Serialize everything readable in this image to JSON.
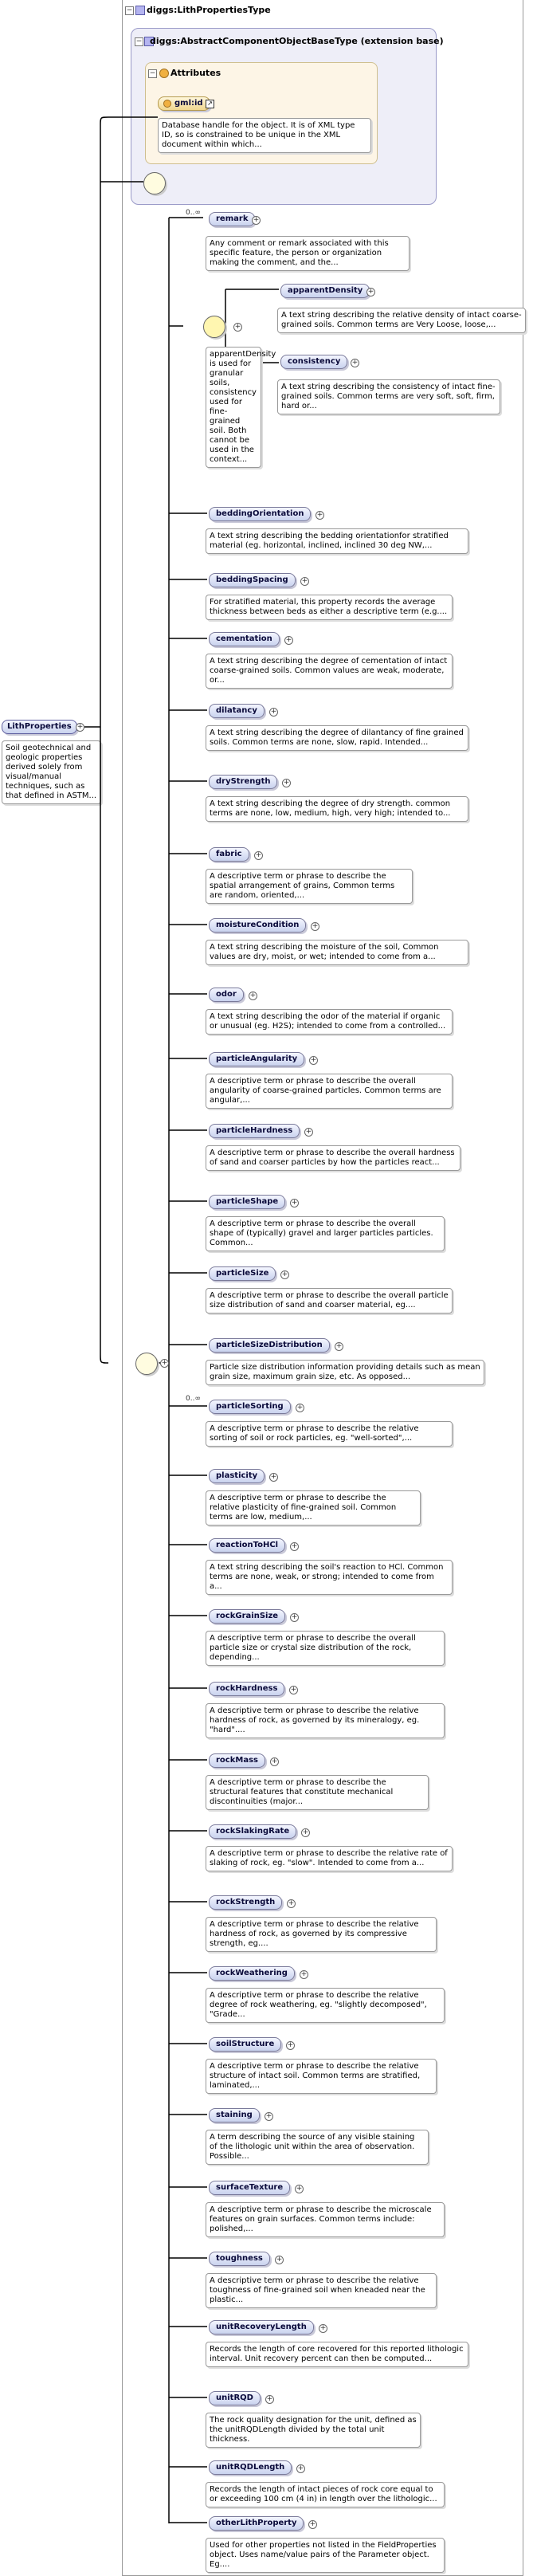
{
  "type_name": "diggs:LithPropertiesType",
  "extension_title": "diggs:AbstractComponentObjectBaseType (extension base)",
  "attributes_title": "Attributes",
  "gml_id": {
    "name": "gml:id",
    "doc": "Database handle for the object. It is of XML type ID, so is constrained to be unique in the XML document within which..."
  },
  "root": {
    "name": "LithProperties",
    "doc": "Soil geotechnical and geologic properties derived solely from visual/manual techniques, such as that defined in ASTM..."
  },
  "remark": {
    "multiplicity": "0..∞",
    "name": "remark",
    "doc": "Any comment or remark associated with this specific feature, the person or organization making the comment, and the..."
  },
  "choice": {
    "doc": "apparentDensity is used for granular soils, consistency used for fine-grained soil. Both cannot be used in the context...",
    "items": [
      {
        "name": "apparentDensity",
        "doc": "A text string describing the relative density of intact coarse-grained soils. Common terms are Very Loose, loose,..."
      },
      {
        "name": "consistency",
        "doc": "A text string describing the consistency of intact fine-grained soils. Common terms are very soft, soft, firm, hard or..."
      }
    ]
  },
  "elements": [
    {
      "name": "beddingOrientation",
      "doc": "A text string describing the bedding orientationfor stratified material (eg. horizontal, inclined, inclined 30 deg NW,..."
    },
    {
      "name": "beddingSpacing",
      "doc": "For stratified material, this property records the average thickness between beds as either a descriptive term (e.g...."
    },
    {
      "name": "cementation",
      "doc": "A text string describing the degree of cementation of intact coarse-grained soils. Common values are weak, moderate, or..."
    },
    {
      "name": "dilatancy",
      "doc": "A text string describing the degree of dilantancy of fine grained soils. Common terms are none, slow, rapid. Intended..."
    },
    {
      "name": "dryStrength",
      "doc": "A text string describing the degree of dry strength. common terms are none, low, medium, high, very high; intended to..."
    },
    {
      "name": "fabric",
      "doc": "A descriptive term or phrase to describe the spatial arrangement of grains, Common terms are random, oriented,..."
    },
    {
      "name": "moistureCondition",
      "doc": "A text string describing the moisture of the soil, Common values are dry, moist, or wet; intended to come from a..."
    },
    {
      "name": "odor",
      "doc": "A text string describing the odor of the material if organic or unusual (eg. H2S); intended to come from a controlled..."
    },
    {
      "name": "particleAngularity",
      "doc": "A descriptive term or phrase to describe the overall angularity of coarse-grained particles. Common terms are angular,..."
    },
    {
      "name": "particleHardness",
      "doc": "A descriptive term or phrase to describe the overall hardness of sand and coarser particles by how the particles react..."
    },
    {
      "name": "particleShape",
      "doc": "A descriptive term or phrase to describe the overall shape of (typically) gravel and larger particles particles. Common..."
    },
    {
      "name": "particleSize",
      "doc": "A descriptive term or phrase to describe the overall particle size distribution of sand and coarser material, eg...."
    },
    {
      "name": "particleSizeDistribution",
      "doc": "Particle size distribution information providing details such as mean grain size, maximum grain size, etc. As opposed..."
    }
  ],
  "sequence2_multiplicity": "0..∞",
  "elements2": [
    {
      "name": "particleSorting",
      "doc": "A descriptive term or phrase to describe the relative sorting of soil or rock particles, eg. \"well-sorted\",..."
    },
    {
      "name": "plasticity",
      "doc": "A descriptive term or phrase to describe the relative plasticity of fine-grained soil. Common terms are low, medium,..."
    },
    {
      "name": "reactionToHCl",
      "doc": "A text string describing the soil's reaction to HCl. Common terms are none, weak, or strong; intended to come from a..."
    },
    {
      "name": "rockGrainSize",
      "doc": "A descriptive term or phrase to describe the overall particle size or crystal size distribution of the rock, depending..."
    },
    {
      "name": "rockHardness",
      "doc": "A descriptive term or phrase to describe the relative hardness of rock, as governed by its mineralogy, eg. \"hard\"...."
    },
    {
      "name": "rockMass",
      "doc": "A descriptive term or phrase to describe the structural features that constitute mechanical discontinuities (major..."
    },
    {
      "name": "rockSlakingRate",
      "doc": "A descriptive term or phrase to describe the relative rate of slaking of rock, eg. \"slow\". Intended to come from a..."
    },
    {
      "name": "rockStrength",
      "doc": "A descriptive term or phrase to describe the relative hardness of rock, as governed by its compressive strength, eg...."
    },
    {
      "name": "rockWeathering",
      "doc": "A descriptive term or phrase to describe the relative degree of rock weathering, eg. \"slightly decomposed\", \"Grade..."
    },
    {
      "name": "soilStructure",
      "doc": "A descriptive term or phrase to describe the relative structure of intact soil. Common terms are stratified, laminated,..."
    },
    {
      "name": "staining",
      "doc": "A term describing the source of any visible staining of the lithologic unit within the area of observation. Possible..."
    },
    {
      "name": "surfaceTexture",
      "doc": "A descriptive term or phrase to describe the microscale features on grain surfaces. Common terms include: polished,..."
    },
    {
      "name": "toughness",
      "doc": "A descriptive term or phrase to describe the relative toughness of fine-grained soil when kneaded near the plastic..."
    },
    {
      "name": "unitRecoveryLength",
      "doc": "Records the length of core recovered for this reported lithologic interval. Unit recovery percent can then be computed..."
    },
    {
      "name": "unitRQD",
      "doc": "The rock quality designation for the unit, defined as the unitRQDLength divided by the total unit thickness."
    },
    {
      "name": "unitRQDLength",
      "doc": "Records the length of intact pieces of rock core equal to or exceeding 100 cm (4 in) in length over the lithologic..."
    },
    {
      "name": "otherLithProperty",
      "doc": "Used for other properties not listed in the FieldProperties object. Uses name/value pairs of the Parameter object. Eg...."
    }
  ]
}
